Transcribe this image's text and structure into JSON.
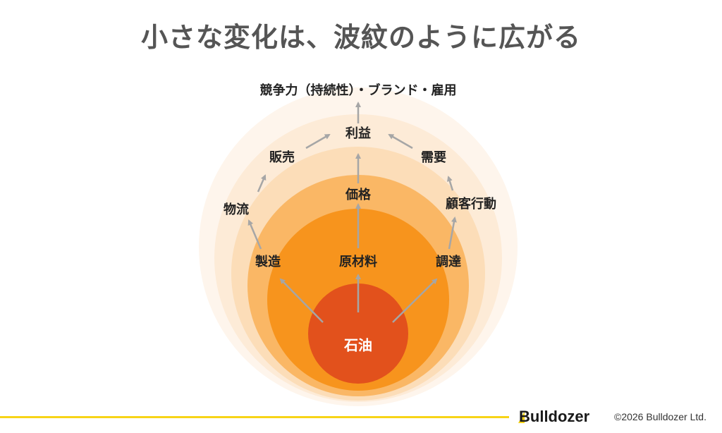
{
  "title": "小さな変化は、波紋のように広がる",
  "colors": {
    "ring1": "#FEF5EC",
    "ring2": "#FDEBD7",
    "ring3": "#FCDDB8",
    "ring4": "#FAB765",
    "ring5": "#F7941D",
    "core": "#E2511C",
    "arrow": "#A6A6A6",
    "accent": "#F7D417"
  },
  "nodes": {
    "top": "競争力（持続性）・ブランド・雇用",
    "profit": "利益",
    "sales": "販売",
    "demand": "需要",
    "price": "価格",
    "logistics": "物流",
    "customer": "顧客行動",
    "manufacturing": "製造",
    "materials": "原材料",
    "procurement": "調達",
    "core": "石油"
  },
  "footer": {
    "logo": "Bulldozer",
    "copyright": "©2026 Bulldozer Ltd."
  }
}
